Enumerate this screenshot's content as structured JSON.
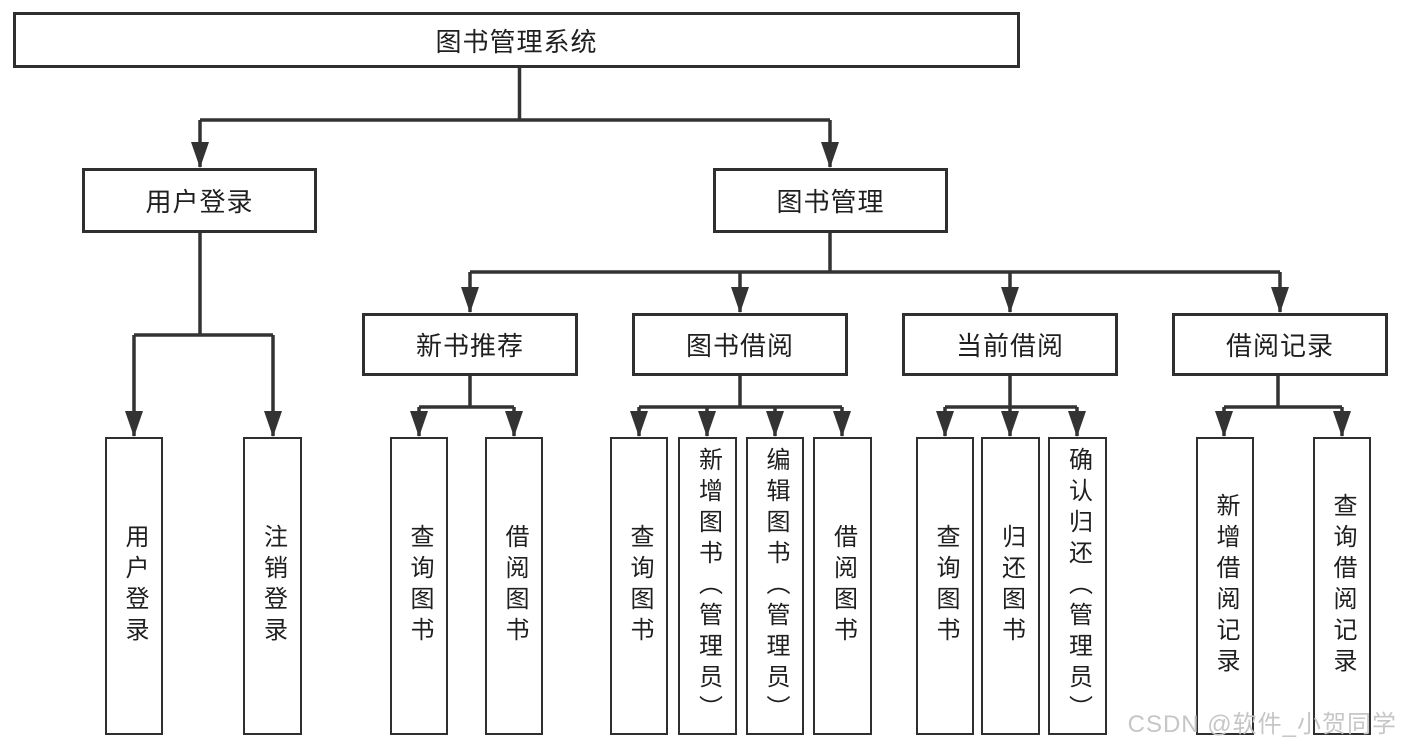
{
  "colors": {
    "line": "#333333",
    "border": "#2f2f2f",
    "text": "#1f1f1f",
    "watermark": "#c6c6c6",
    "bg": "#ffffff"
  },
  "watermark": {
    "text": "CSDN @软件_小贺同学"
  },
  "tree": {
    "root": {
      "label": "图书管理系统"
    },
    "children": [
      {
        "label": "用户登录",
        "children": [
          {
            "label": "用户登录"
          },
          {
            "label": "注销登录"
          }
        ]
      },
      {
        "label": "图书管理",
        "children": [
          {
            "label": "新书推荐",
            "children": [
              {
                "label": "查询图书"
              },
              {
                "label": "借阅图书"
              }
            ]
          },
          {
            "label": "图书借阅",
            "children": [
              {
                "label": "查询图书"
              },
              {
                "label": "新增图书（管理员）"
              },
              {
                "label": "编辑图书（管理员）"
              },
              {
                "label": "借阅图书"
              }
            ]
          },
          {
            "label": "当前借阅",
            "children": [
              {
                "label": "查询图书"
              },
              {
                "label": "归还图书"
              },
              {
                "label": "确认归还（管理员）"
              }
            ]
          },
          {
            "label": "借阅记录",
            "children": [
              {
                "label": "新增借阅记录"
              },
              {
                "label": "查询借阅记录"
              }
            ]
          }
        ]
      }
    ]
  }
}
